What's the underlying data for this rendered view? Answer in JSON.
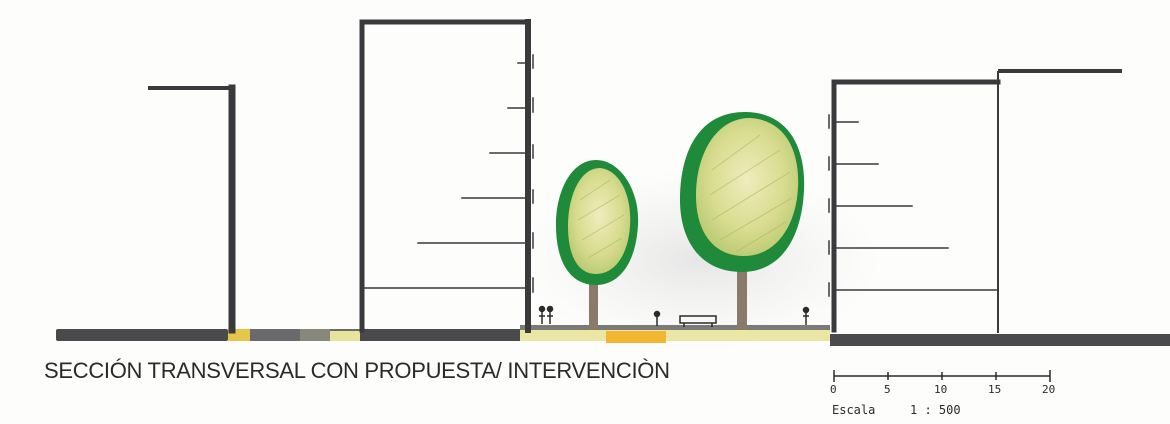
{
  "title": "SECCIÓN TRANSVERSAL CON PROPUESTA/ INTERVENCIÒN",
  "scale": {
    "ticks": [
      "0",
      "5",
      "10",
      "15",
      "20"
    ],
    "label": "Escala",
    "ratio": "1 : 500"
  },
  "colors": {
    "building_line": "#3a3a3c",
    "ground": "#4a4a4c",
    "grass_yellow": "#e8e29a",
    "orange_path": "#f2b632",
    "tree_dark": "#1f8a3a",
    "tree_light": "#d9dd93",
    "trunk": "#8a7a6a"
  }
}
